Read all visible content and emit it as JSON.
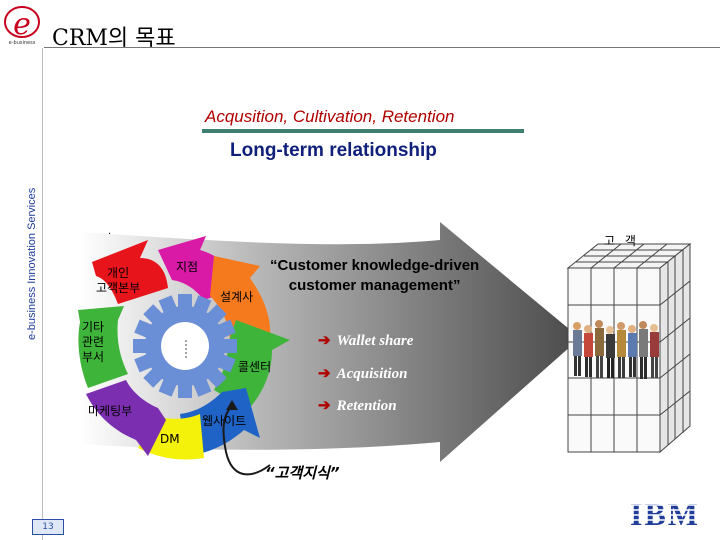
{
  "header": {
    "logo_letter": "e",
    "logo_subtext": "e-business",
    "title": "CRM의 목표"
  },
  "side_label": "e-business Innovation Services",
  "headline": {
    "acq": "Acqusition, Cultivation, Retention",
    "ltr": "Long-term relationship"
  },
  "wheel": {
    "labels": {
      "personal": [
        "개인",
        "고객본부"
      ],
      "branch": "지점",
      "design": "설계사",
      "other": [
        "기타",
        "관련",
        "부서"
      ],
      "callcenter": "콜센터",
      "marketing": "마케팅부",
      "website": "웹사이트",
      "dm": "DM"
    },
    "colors": {
      "red": "#e8141b",
      "magenta": "#d81aa6",
      "orange": "#f57a1e",
      "green": "#3fb43a",
      "blue": "#1f63c6",
      "purple": "#7b2fb0",
      "yellow": "#f4f20b",
      "gear": "#6b8fd6"
    }
  },
  "quote": [
    "“Customer knowledge-driven",
    "customer management”"
  ],
  "bullets": [
    "Wallet share",
    "Acquisition",
    "Retention"
  ],
  "customer_label": "고 객",
  "knowledge_label": "“고객지식”",
  "page_number": "13",
  "footer_logo": "IBM",
  "tick_mark": "."
}
